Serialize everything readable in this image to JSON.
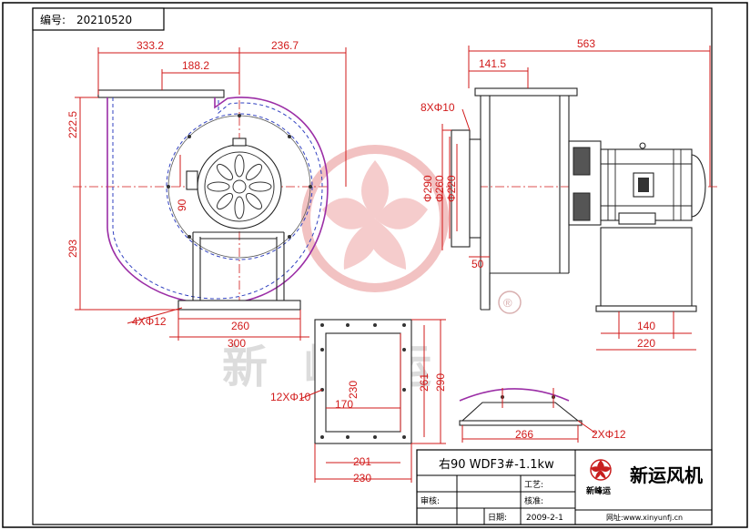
{
  "header": {
    "number_label": "编号:",
    "number_value": "20210520"
  },
  "watermark": {
    "text": "新峰运",
    "registered": "®"
  },
  "dimensions": {
    "left_top_left": "333.2",
    "left_top_right": "236.7",
    "left_inner": "188.2",
    "left_height_upper": "222.5",
    "left_height_lower": "293",
    "left_small": "90",
    "holes_base": "4XΦ12",
    "base_inner": "260",
    "base_outer": "300",
    "right_total": "563",
    "right_offset": "141.5",
    "flange_holes": "8XΦ10",
    "dia_290": "Φ290",
    "dia_260": "Φ260",
    "dia_220": "Φ220",
    "right_50": "50",
    "motor_base_inner": "140",
    "motor_base_outer": "220",
    "outlet_holes": "12XΦ10",
    "outlet_v_inner": "230",
    "outlet_h_inner": "170",
    "outlet_v_261": "261",
    "outlet_v_290": "290",
    "outlet_201": "201",
    "outlet_230": "230",
    "foot_266": "266",
    "foot_holes": "2XΦ12"
  },
  "title_block": {
    "model": "右90 WDF3#-1.1kw",
    "craft_label": "工艺:",
    "review_label": "审核:",
    "check_label": "核准:",
    "date_label": "日期:",
    "date_value": "2009-2-1",
    "company": "新运风机",
    "logo_text": "新峰运",
    "website": "网址:www.xinyunfj.cn"
  }
}
